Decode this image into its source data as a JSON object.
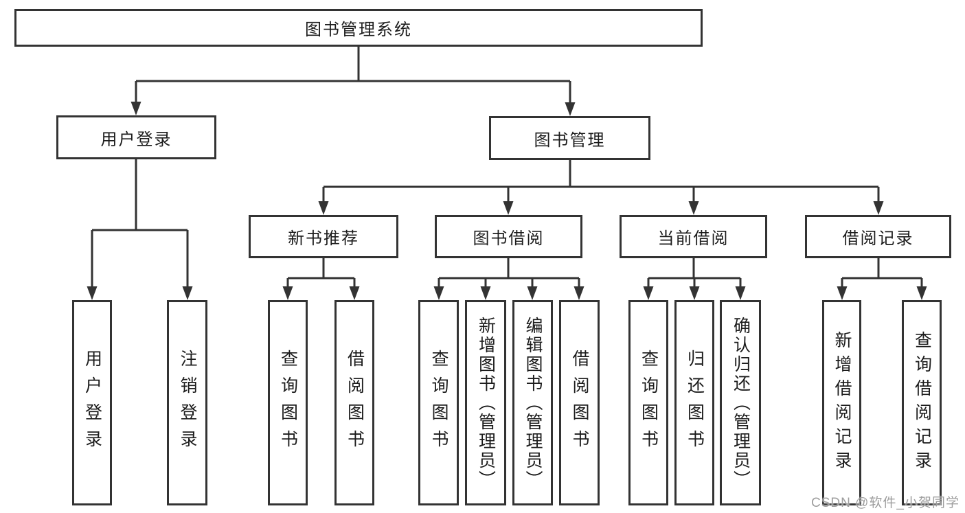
{
  "colors": {
    "line": "#333333",
    "text": "#1c1c1c",
    "background": "#ffffff",
    "watermark": "#9e9e9e"
  },
  "watermark": {
    "text": "CSDN @软件_小贺同学"
  },
  "tree": {
    "label": "图书管理系统",
    "children": [
      {
        "label": "用户登录",
        "children": [
          {
            "label": "用户登录"
          },
          {
            "label": "注销登录"
          }
        ]
      },
      {
        "label": "图书管理",
        "children": [
          {
            "label": "新书推荐",
            "children": [
              {
                "label": "查询图书"
              },
              {
                "label": "借阅图书"
              }
            ]
          },
          {
            "label": "图书借阅",
            "children": [
              {
                "label": "查询图书"
              },
              {
                "label": "新增图书（管理员）"
              },
              {
                "label": "编辑图书（管理员）"
              },
              {
                "label": "借阅图书"
              }
            ]
          },
          {
            "label": "当前借阅",
            "children": [
              {
                "label": "查询图书"
              },
              {
                "label": "归还图书"
              },
              {
                "label": "确认归还（管理员）"
              }
            ]
          },
          {
            "label": "借阅记录",
            "children": [
              {
                "label": "新增借阅记录"
              },
              {
                "label": "查询借阅记录"
              }
            ]
          }
        ]
      }
    ]
  }
}
